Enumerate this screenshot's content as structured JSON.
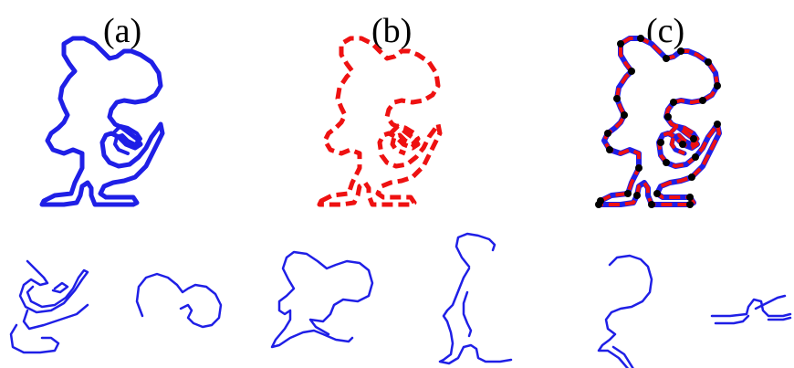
{
  "figure": {
    "panel_labels": [
      "(a)",
      "(b)",
      "(c)"
    ],
    "colors": {
      "contour": "#1f1fe6",
      "approximation": "#ee1111",
      "vertices": "#000000",
      "background": "#ffffff"
    },
    "vertex_count": 30,
    "fragment_count": 6
  }
}
